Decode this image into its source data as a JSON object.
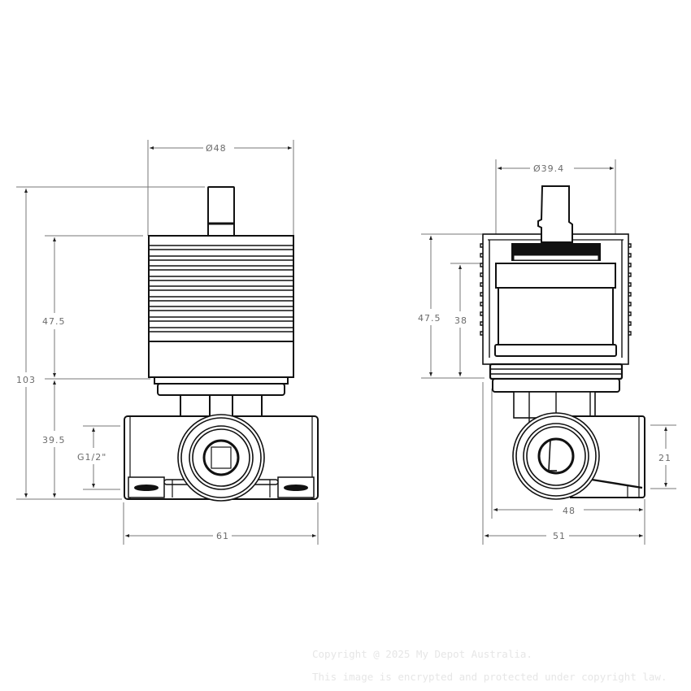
{
  "diagram": {
    "type": "technical-drawing",
    "subject": "Concealed wall mixer valve body with cartridge",
    "views": [
      {
        "id": "front-view",
        "dimensions": {
          "top_diameter": "Ø48",
          "overall_height": "103",
          "cartridge_height": "47.5",
          "body_height": "39.5",
          "thread": "G1/2\"",
          "width": "61"
        }
      },
      {
        "id": "side-view",
        "dimensions": {
          "cartridge_diameter": "Ø39.4",
          "sleeve_height": "47.5",
          "cartridge_height": "38",
          "outlet_height": "21",
          "body_depth": "48",
          "overall_depth": "51"
        }
      }
    ]
  },
  "watermark": {
    "line1": "Copyright @ 2025 My Depot Australia.",
    "line2": "This image is encrypted and protected under copyright law."
  },
  "colors": {
    "line": "#111111",
    "dimension": "#6b6b6b",
    "watermark": "#e6e6e6"
  }
}
